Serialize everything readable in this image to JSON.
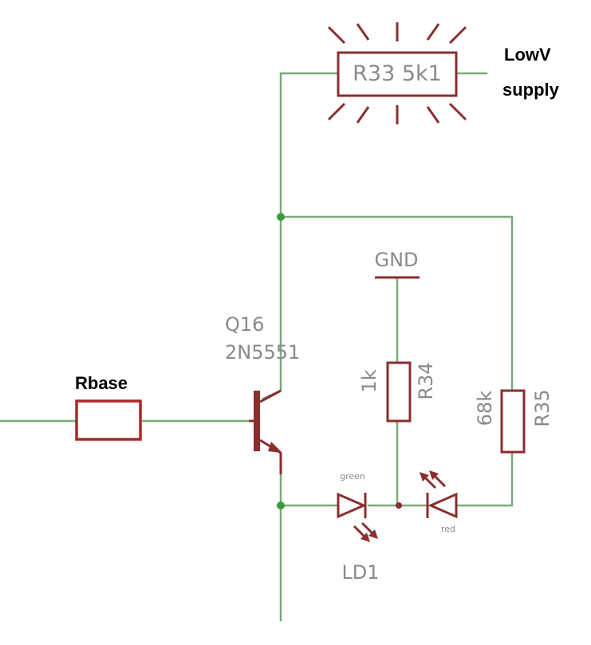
{
  "components": {
    "r33": {
      "label": "R33 5k1"
    },
    "q16": {
      "name": "Q16",
      "part": "2N5551"
    },
    "gnd": {
      "label": "GND"
    },
    "r34": {
      "value": "1k",
      "name": "R34"
    },
    "r35": {
      "value": "68k",
      "name": "R35"
    },
    "ld1": {
      "name": "LD1",
      "green_label": "green",
      "red_label": "red"
    }
  },
  "annotations": {
    "lowv_line1": "LowV",
    "lowv_line2": "supply",
    "rbase": "Rbase"
  },
  "colors": {
    "wire": "#7aaa7a",
    "component": "#8a2e2e",
    "rbase_box": "#a52a2a",
    "text_gray": "#8a8a8a",
    "junction": "#3f9a3f"
  }
}
